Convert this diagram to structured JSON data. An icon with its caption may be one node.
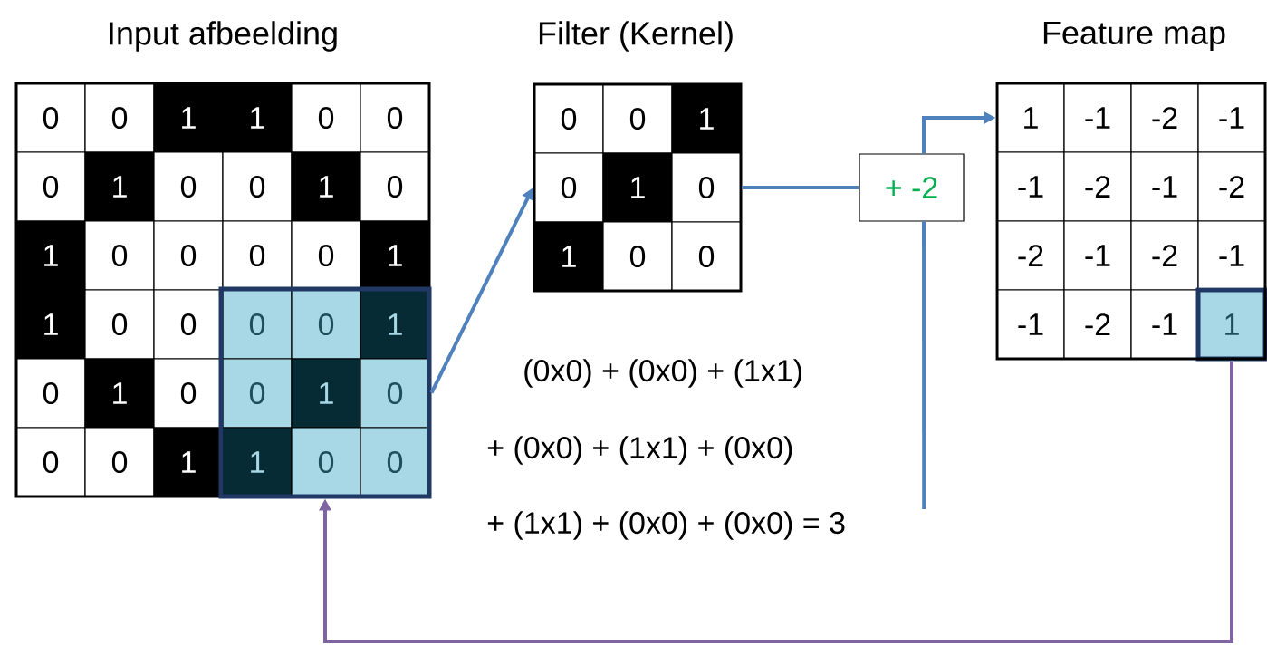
{
  "diagram": {
    "nodes": [
      {
        "text": [
          "Input afbeelding"
        ]
      },
      {
        "text": [],
        "shape": "box",
        "in": 0
      },
      {
        "text": [
          "0"
        ],
        "in": 0
      },
      {
        "text": [
          "0"
        ],
        "in": 0
      },
      {
        "text": [
          "1"
        ],
        "in": 0
      },
      {
        "text": [
          "1"
        ],
        "in": 0
      },
      {
        "text": [
          "0"
        ],
        "in": 0
      },
      {
        "text": [
          "0"
        ],
        "in": 0
      },
      {
        "text": [
          "0"
        ],
        "in": 0
      },
      {
        "text": [
          "1"
        ],
        "in": 0
      },
      {
        "text": [
          "0"
        ],
        "in": 0
      },
      {
        "text": [
          "0"
        ],
        "in": 0
      },
      {
        "text": [
          "1"
        ],
        "in": 0
      },
      {
        "text": [
          "0"
        ],
        "in": 0
      },
      {
        "text": [
          "1"
        ],
        "in": 0
      },
      {
        "text": [
          "0"
        ],
        "in": 0
      },
      {
        "text": [
          "0"
        ],
        "in": 0
      },
      {
        "text": [
          "0"
        ],
        "in": 0
      },
      {
        "text": [
          "0"
        ],
        "in": 0
      },
      {
        "text": [
          "1"
        ],
        "in": 0
      },
      {
        "text": [
          "1"
        ],
        "in": 0
      },
      {
        "text": [
          "0"
        ],
        "in": 0
      },
      {
        "text": [
          "0"
        ],
        "in": 0
      },
      {
        "text": [
          "0"
        ],
        "in": 1
      },
      {
        "text": [
          "0"
        ],
        "in": 1
      },
      {
        "text": [
          "1"
        ],
        "in": 1
      },
      {
        "text": [
          "0"
        ],
        "in": 0
      },
      {
        "text": [
          "1"
        ],
        "in": 0
      },
      {
        "text": [
          "0"
        ],
        "in": 0
      },
      {
        "text": [
          "0"
        ],
        "in": 1
      },
      {
        "text": [
          "1"
        ],
        "in": 1
      },
      {
        "text": [
          "0"
        ],
        "in": 1
      },
      {
        "text": [
          "0"
        ],
        "in": 0
      },
      {
        "text": [
          "0"
        ],
        "in": 0
      },
      {
        "text": [
          "1"
        ],
        "in": 0
      },
      {
        "text": [
          "1"
        ],
        "in": 1
      },
      {
        "text": [
          "0"
        ],
        "in": 1
      },
      {
        "text": [
          "0"
        ],
        "in": 1
      },
      {
        "text": [
          "Filter (Kernel)"
        ]
      },
      {
        "text": [
          "0"
        ],
        "in": 38
      },
      {
        "text": [
          "0"
        ],
        "in": 38
      },
      {
        "text": [
          "1"
        ],
        "in": 38
      },
      {
        "text": [
          "0"
        ],
        "in": 38
      },
      {
        "text": [
          "1"
        ],
        "in": 38
      },
      {
        "text": [
          "0"
        ],
        "in": 38
      },
      {
        "text": [
          "1"
        ],
        "in": 38
      },
      {
        "text": [
          "0"
        ],
        "in": 38
      },
      {
        "text": [
          "0"
        ],
        "in": 38
      },
      {
        "text": [
          "+ -2"
        ]
      },
      {
        "text": [
          "Feature map"
        ]
      },
      {
        "text": [
          "1"
        ],
        "in": 49
      },
      {
        "text": [
          "-1"
        ],
        "in": 49
      },
      {
        "text": [
          "-2"
        ],
        "in": 49
      },
      {
        "text": [
          "-1"
        ],
        "in": 49
      },
      {
        "text": [
          "-1"
        ],
        "in": 49
      },
      {
        "text": [
          "-2"
        ],
        "in": 49
      },
      {
        "text": [
          "-1"
        ],
        "in": 49
      },
      {
        "text": [
          "-2"
        ],
        "in": 49
      },
      {
        "text": [
          "-2"
        ],
        "in": 49
      },
      {
        "text": [
          "-1"
        ],
        "in": 49
      },
      {
        "text": [
          "-2"
        ],
        "in": 49
      },
      {
        "text": [
          "-1"
        ],
        "in": 49
      },
      {
        "text": [
          "-1"
        ],
        "in": 49
      },
      {
        "text": [
          "-2"
        ],
        "in": 49
      },
      {
        "text": [
          "-1"
        ],
        "in": 49
      },
      {
        "text": [
          "1"
        ],
        "in": 49
      },
      {
        "text": [
          "(0x0) + (0x0) + (1x1)",
          "+ (0x0) + (1x1) + (0x0)",
          "+ (1x1) + (0x0) + (0x0) = 3"
        ]
      }
    ],
    "edges": [
      {
        "from": 1,
        "to": 38,
        "arrow": "to"
      },
      {
        "from": 38,
        "to": 48,
        "arrow": "none"
      },
      {
        "from": 66,
        "to": 48,
        "arrow": "none"
      },
      {
        "from": 48,
        "to": 49,
        "arrow": "to"
      },
      {
        "from": 65,
        "to": 1,
        "arrow": "to",
        "color": "#8064a2"
      }
    ]
  }
}
